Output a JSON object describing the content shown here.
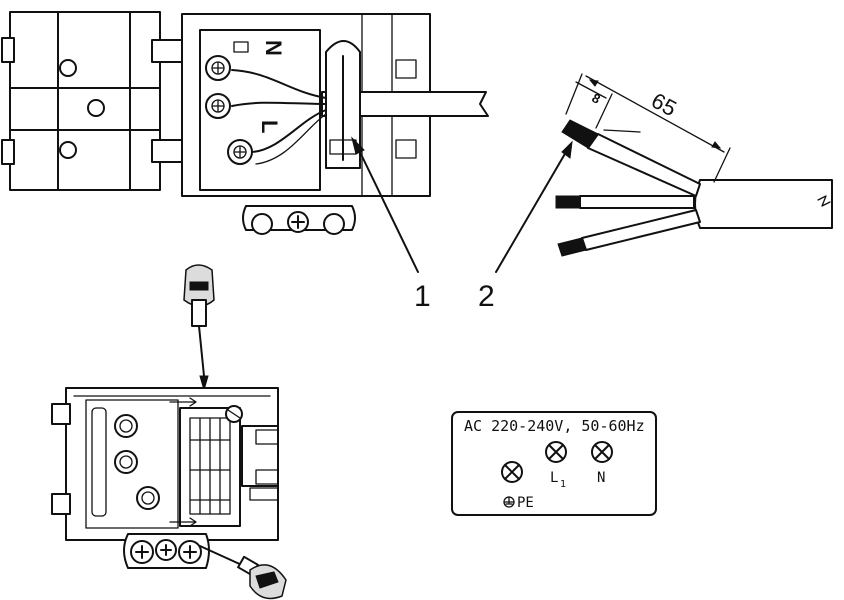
{
  "callouts": {
    "one": "1",
    "two": "2"
  },
  "connector": {
    "neutral_mark": "N",
    "live_mark": "L"
  },
  "cable": {
    "strip_short": "8",
    "strip_long": "65"
  },
  "rating_plate": {
    "rating": "AC 220-240V, 50-60Hz",
    "terminal_l": "L",
    "terminal_l_sub": "1",
    "terminal_n": "N",
    "earth_label": "PE"
  }
}
